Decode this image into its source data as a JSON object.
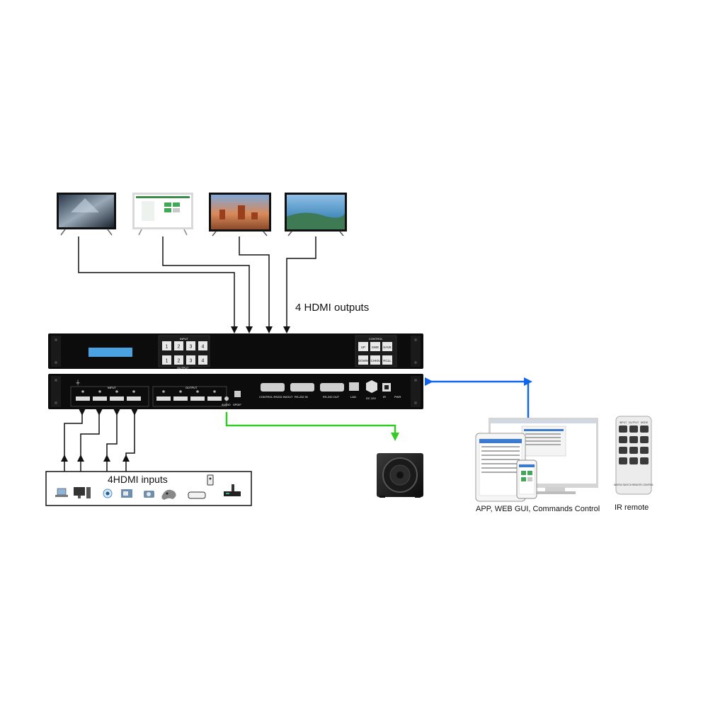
{
  "labels": {
    "hdmi_outputs": "4 HDMI outputs",
    "hdmi_inputs": "4HDMI inputs",
    "control_methods": "APP, WEB GUI, Commands Control",
    "ir_remote": "IR remote"
  },
  "front_panel": {
    "input_title": "INPUT",
    "output_title": "OUTPUT",
    "control_title": "CONTROL",
    "input_buttons": [
      "1",
      "2",
      "3",
      "4"
    ],
    "output_buttons": [
      "1",
      "2",
      "3",
      "4"
    ],
    "control_buttons": [
      "UP",
      "SWE",
      "SAVE",
      "DOWN",
      "CHKN",
      "RCLL"
    ]
  },
  "rear_panel": {
    "input_title": "INPUT",
    "output_title": "OUTPUT",
    "audio_label": "AUDIO",
    "spdif_label": "SPDIF",
    "control_rs232_label": "CONTROL RS232 IN/OUT",
    "rs232_in_label": "RS-232 IN",
    "rs232_out_label": "RS-232 OUT",
    "lan_label": "LAN",
    "dc_label": "DC 12V",
    "ir_label": "IR",
    "pwr_label": "PWR"
  },
  "remote": {
    "caption": "MATRIX SWITCH REMOTE CONTROL",
    "top_labels": [
      "INPUT",
      "OUTPUT",
      "MODE"
    ]
  },
  "colors": {
    "line": "#111111",
    "audio_link": "#33cc22",
    "control_link": "#1166ee",
    "device_body": "#0c0c0c",
    "lcd": "#4aa3e0"
  }
}
